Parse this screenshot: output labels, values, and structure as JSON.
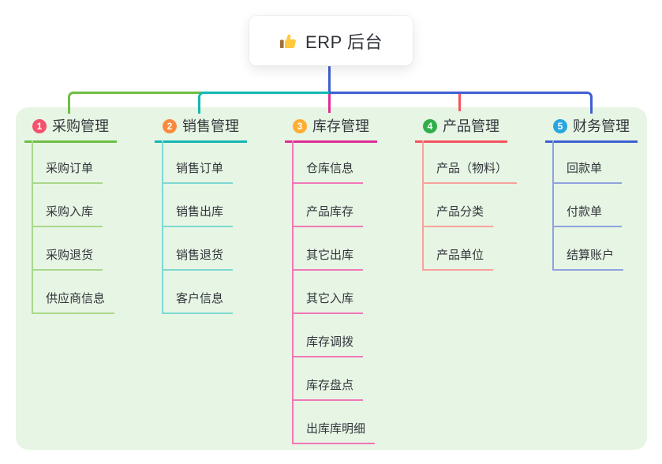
{
  "canvas": {
    "background": "#FFFFFF",
    "panel_background": "#E7F5E4",
    "text_color": "#32363C"
  },
  "root": {
    "title": "ERP 后台",
    "icon": "thumbs-up-icon"
  },
  "branches": [
    {
      "number": "1",
      "label": "采购管理",
      "color": "#6FBE44",
      "light_color": "#A9D88C",
      "badge_color": "#F4516C",
      "items": [
        "采购订单",
        "采购入库",
        "采购退货",
        "供应商信息"
      ]
    },
    {
      "number": "2",
      "label": "销售管理",
      "color": "#14B7B4",
      "light_color": "#7FD8D2",
      "badge_color": "#F98A3C",
      "items": [
        "销售订单",
        "销售出库",
        "销售退货",
        "客户信息"
      ]
    },
    {
      "number": "3",
      "label": "库存管理",
      "color": "#DE2D96",
      "light_color": "#F078B7",
      "badge_color": "#FFAD33",
      "items": [
        "仓库信息",
        "产品库存",
        "其它出库",
        "其它入库",
        "库存调拨",
        "库存盘点",
        "出库库明细"
      ]
    },
    {
      "number": "4",
      "label": "产品管理",
      "color": "#F5535E",
      "light_color": "#F8A29C",
      "badge_color": "#2FAF4B",
      "items": [
        "产品（物料）",
        "产品分类",
        "产品单位"
      ]
    },
    {
      "number": "5",
      "label": "财务管理",
      "color": "#3F5FD2",
      "light_color": "#8FA2DE",
      "badge_color": "#29A6E0",
      "items": [
        "回款单",
        "付款单",
        "结算账户"
      ]
    }
  ]
}
